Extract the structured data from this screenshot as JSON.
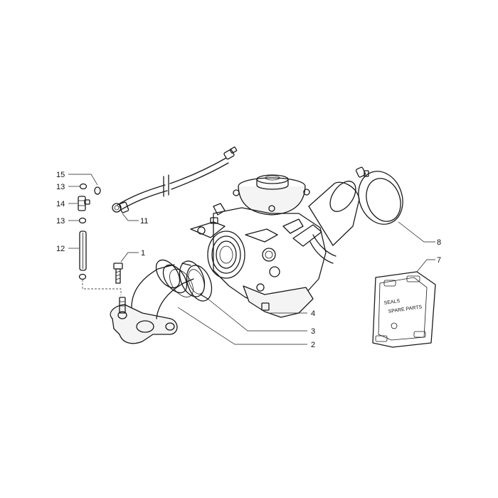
{
  "callouts": {
    "c1": "1",
    "c2": "2",
    "c3": "3",
    "c4": "4",
    "c7": "7",
    "c8": "8",
    "c11": "11",
    "c12": "12",
    "c13a": "13",
    "c13b": "13",
    "c14": "14",
    "c15": "15"
  },
  "gasket_text": {
    "line1": "SEALS",
    "line2": "SPARE PARTS"
  },
  "colors": {
    "line": "#1a1a1a",
    "background": "#ffffff"
  }
}
